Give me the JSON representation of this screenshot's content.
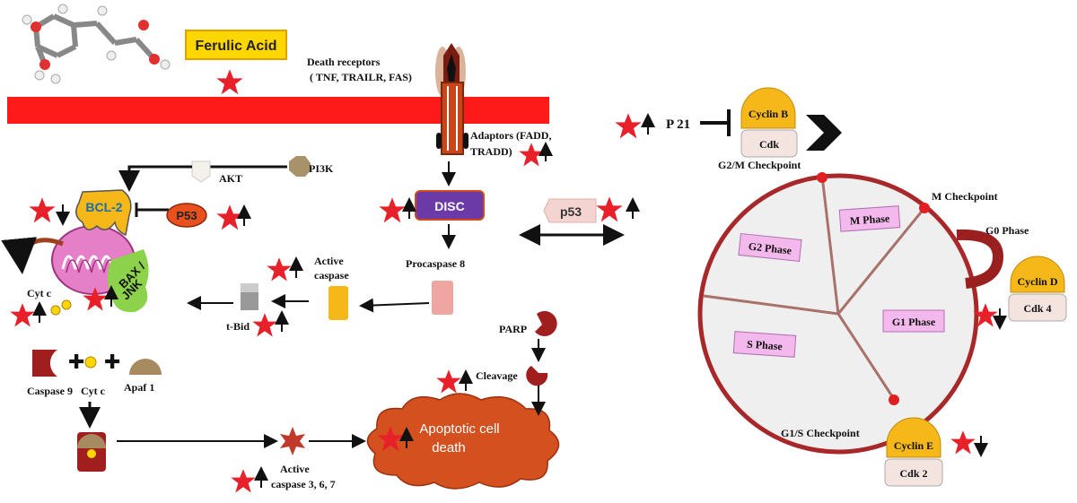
{
  "compound": {
    "name": "Ferulic Acid"
  },
  "receptor": {
    "line1": "Death receptors",
    "line2": "( TNF, TRAILR, FAS)"
  },
  "adaptors": {
    "line1": "Adaptors (FADD,",
    "line2": "TRADD)"
  },
  "pathway": {
    "pi3k": "PI3K",
    "akt": "AKT",
    "bcl2": "BCL-2",
    "p53_small": "P53",
    "bax_line1": "BAX /",
    "bax_line2": "JNK",
    "cytc": "Cyt c",
    "disc": "DISC",
    "procaspase8": "Procaspase 8",
    "active_caspase_line1": "Active",
    "active_caspase_line2": "caspase",
    "tbid": "t-Bid",
    "caspase9": "Caspase 9",
    "cytc2": "Cyt c",
    "apaf1": "Apaf 1",
    "parp": "PARP",
    "cleavage": "Cleavage",
    "apoptosis_line1": "Apoptotic cell",
    "apoptosis_line2": "death",
    "active_caspase_367_line1": "Active",
    "active_caspase_367_line2": "caspase 3, 6, 7",
    "p53_center": "p53"
  },
  "cell_cycle": {
    "p21": "P 21",
    "cyclin_b": "Cyclin  B",
    "cdk": "Cdk",
    "g2m_checkpoint": "G2/M Checkpoint",
    "m_checkpoint": "M Checkpoint",
    "g0_phase": "G0 Phase",
    "cyclin_d": "Cyclin  D",
    "cdk4": "Cdk 4",
    "g1s_checkpoint": "G1/S Checkpoint",
    "cyclin_e": "Cyclin  E",
    "cdk2": "Cdk 2",
    "phases": {
      "m": "M Phase",
      "g2": "G2 Phase",
      "g1": "G1 Phase",
      "s": "S Phase"
    }
  },
  "colors": {
    "membrane": "#ff1a1a",
    "star": "#e8202a",
    "cycle_ring": "#a8282a",
    "phase_box": "#f3b8ec",
    "cyclin": "#f5b818",
    "disc": "#6b3aa6",
    "apoptosis_cloud": "#d4501e"
  }
}
